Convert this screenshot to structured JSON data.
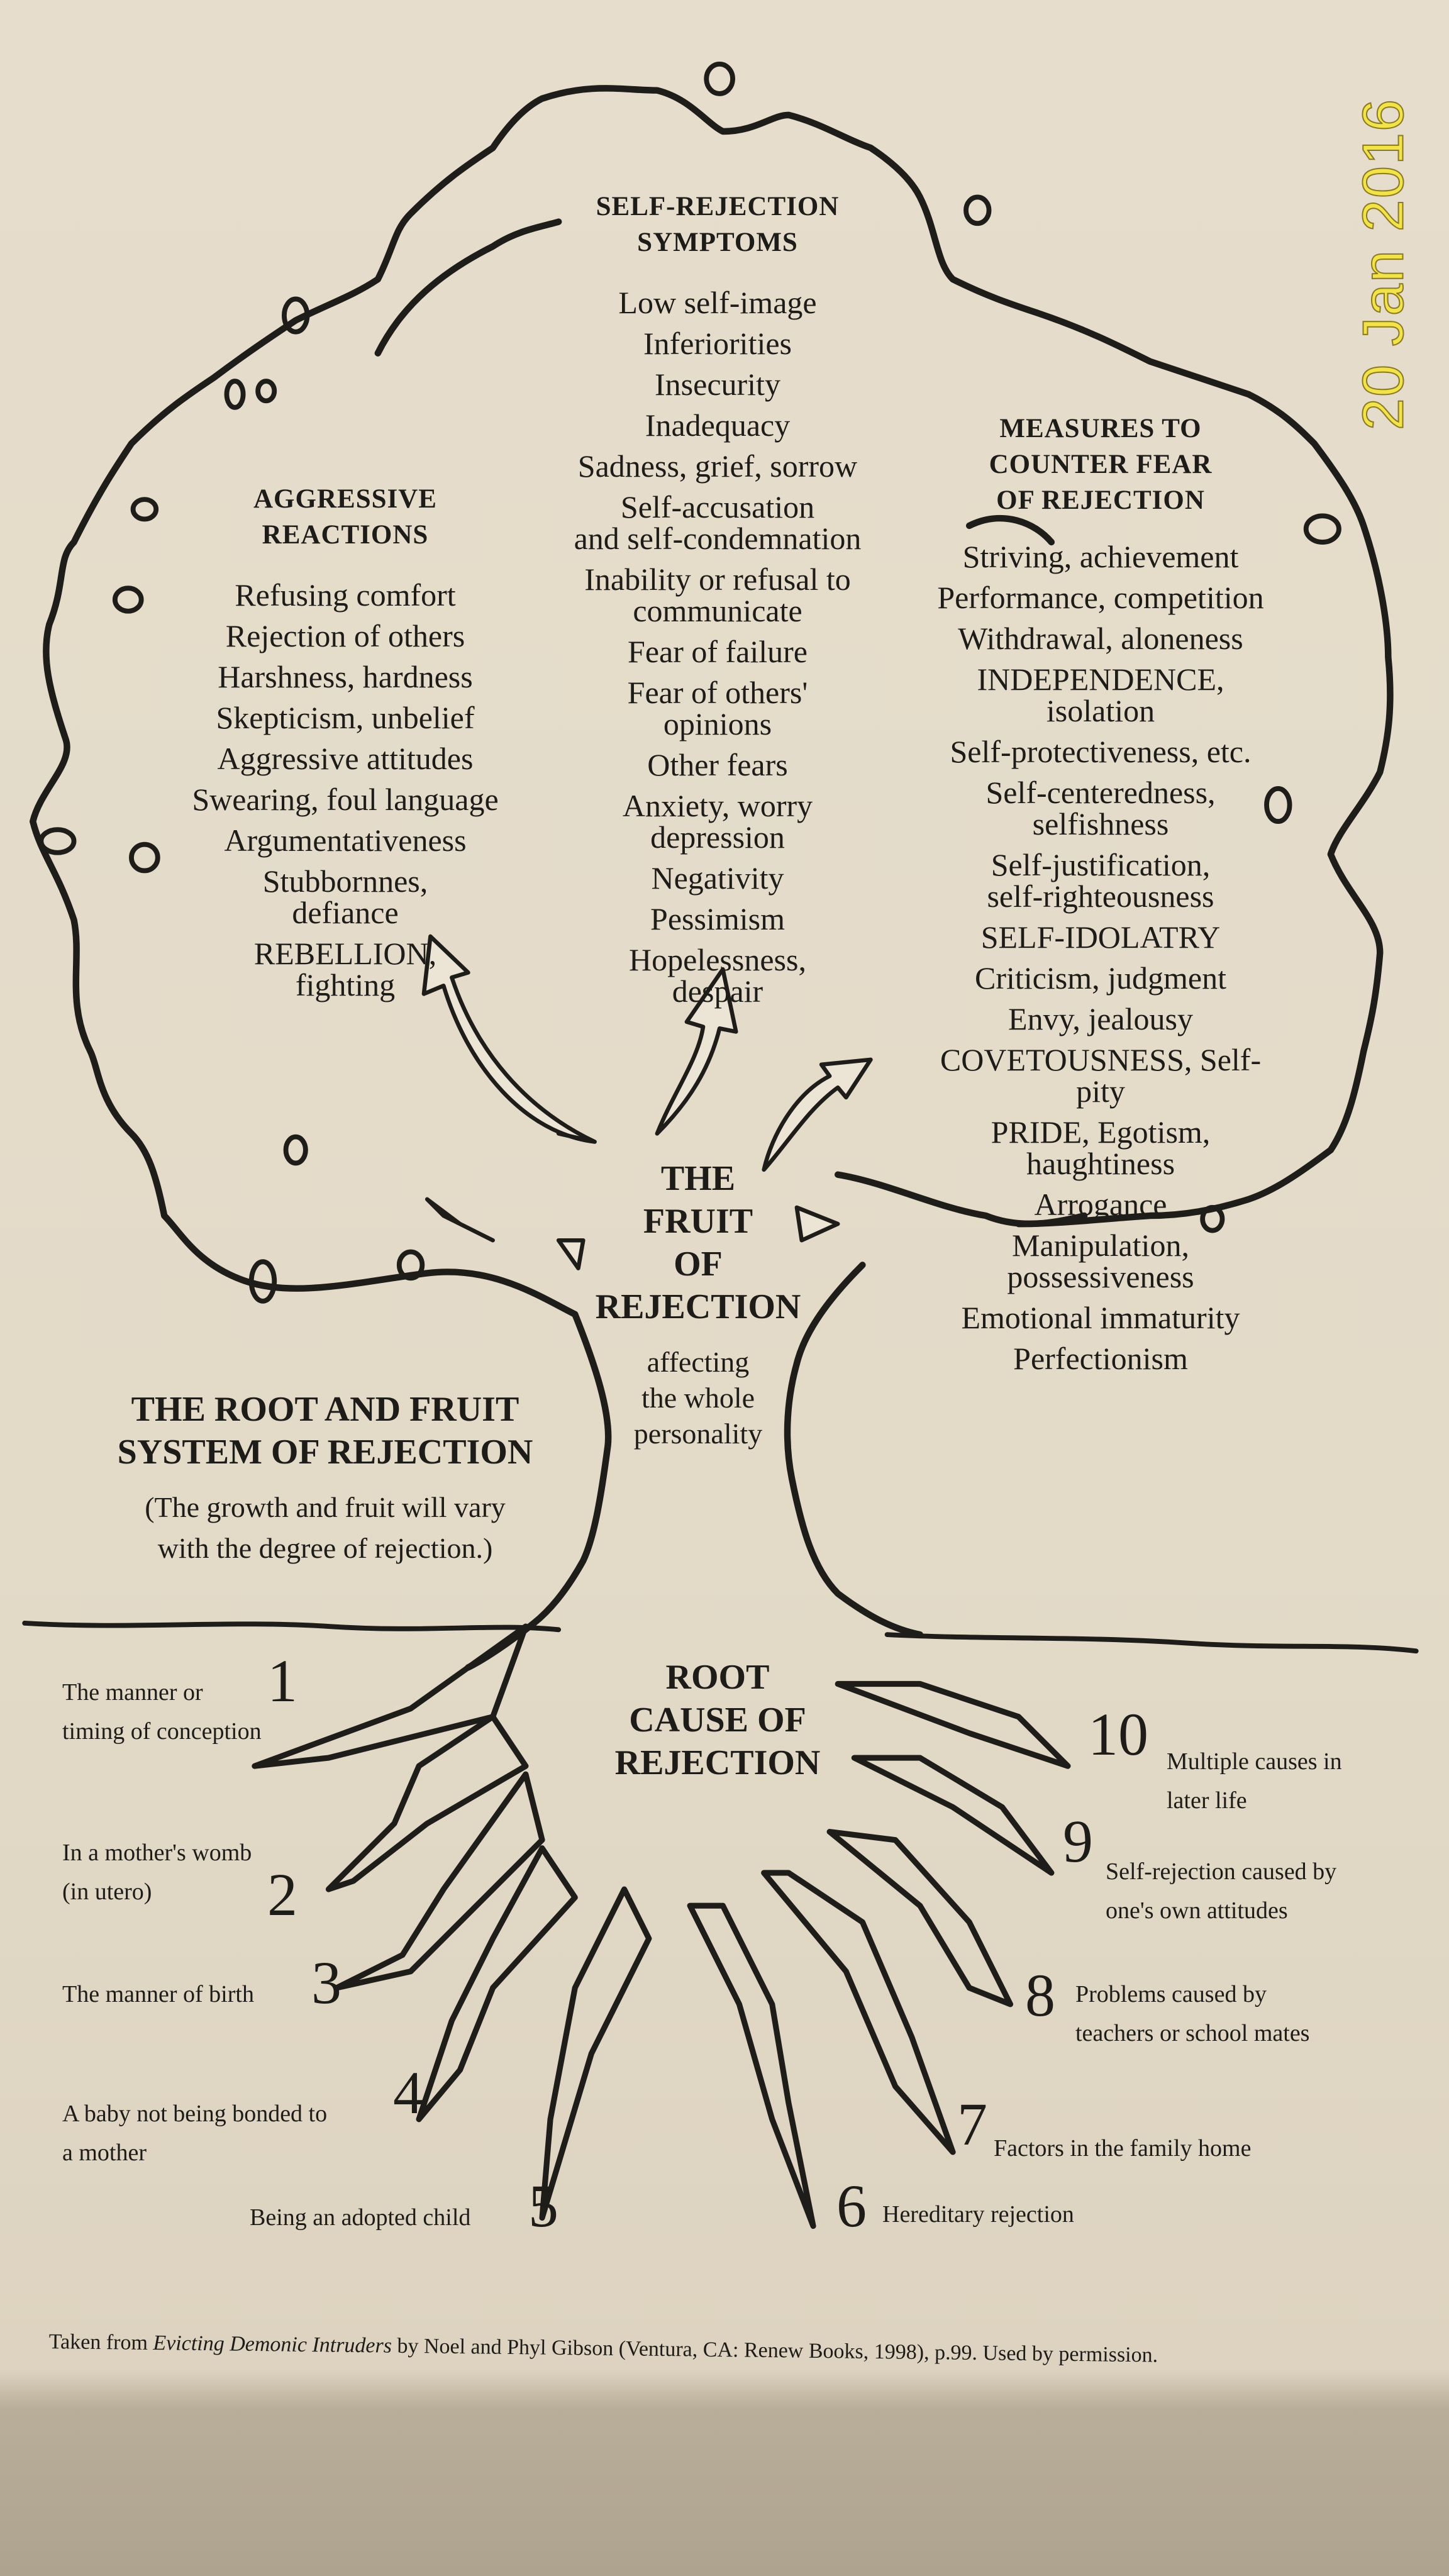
{
  "date_stamp": "20 Jan 2016",
  "symptoms": {
    "title": "SELF-REJECTION\nSYMPTOMS",
    "items": [
      "Low self-image",
      "Inferiorities",
      "Insecurity",
      "Inadequacy",
      "Sadness, grief, sorrow",
      "Self-accusation\nand self-condemnation",
      "Inability or refusal to\ncommunicate",
      "Fear of failure",
      "Fear of others'\nopinions",
      "Other fears",
      "Anxiety, worry\ndepression",
      "Negativity",
      "Pessimism",
      "Hopelessness,\ndespair"
    ]
  },
  "aggressive": {
    "title": "AGGRESSIVE\nREACTIONS",
    "items": [
      "Refusing comfort",
      "Rejection of others",
      "Harshness, hardness",
      "Skepticism, unbelief",
      "Aggressive attitudes",
      "Swearing, foul language",
      "Argumentativeness",
      "Stubbornnes,\ndefiance",
      "REBELLION,\nfighting"
    ]
  },
  "measures": {
    "title": "MEASURES TO\nCOUNTER FEAR\nOF REJECTION",
    "items": [
      "Striving, achievement",
      "Performance, competition",
      "Withdrawal, aloneness",
      "INDEPENDENCE, isolation",
      "Self-protectiveness, etc.",
      "Self-centeredness, selfishness",
      "Self-justification,\nself-righteousness",
      "SELF-IDOLATRY",
      "Criticism, judgment",
      "Envy, jealousy",
      "COVETOUSNESS, Self-pity",
      "PRIDE, Egotism, haughtiness",
      "Arrogance",
      "Manipulation, possessiveness",
      "Emotional immaturity",
      "Perfectionism"
    ]
  },
  "fruit": {
    "title": "THE\nFRUIT\nOF\nREJECTION",
    "subtitle": "affecting\nthe whole\npersonality"
  },
  "system": {
    "title": "THE ROOT AND FRUIT\nSYSTEM OF REJECTION",
    "note": "(The growth and fruit will vary\nwith the degree of rejection.)"
  },
  "root_cause": "ROOT\nCAUSE OF\nREJECTION",
  "roots": [
    {
      "number": "1",
      "label": "The manner or\ntiming of conception"
    },
    {
      "number": "2",
      "label": "In a mother's womb\n(in utero)"
    },
    {
      "number": "3",
      "label": "The manner of birth"
    },
    {
      "number": "4",
      "label": "A baby not being bonded to\na mother"
    },
    {
      "number": "5",
      "label": "Being an adopted child"
    },
    {
      "number": "6",
      "label": "Hereditary rejection"
    },
    {
      "number": "7",
      "label": "Factors in the family home"
    },
    {
      "number": "8",
      "label": "Problems caused by\nteachers or school mates"
    },
    {
      "number": "9",
      "label": "Self-rejection caused by\none's own attitudes"
    },
    {
      "number": "10",
      "label": "Multiple causes in\nlater life"
    }
  ],
  "caption": {
    "prefix": "Taken from ",
    "book": "Evicting Demonic Intruders",
    "suffix": " by Noel and Phyl Gibson (Ventura, CA: Renew Books, 1998), p.99. Used by permission."
  }
}
